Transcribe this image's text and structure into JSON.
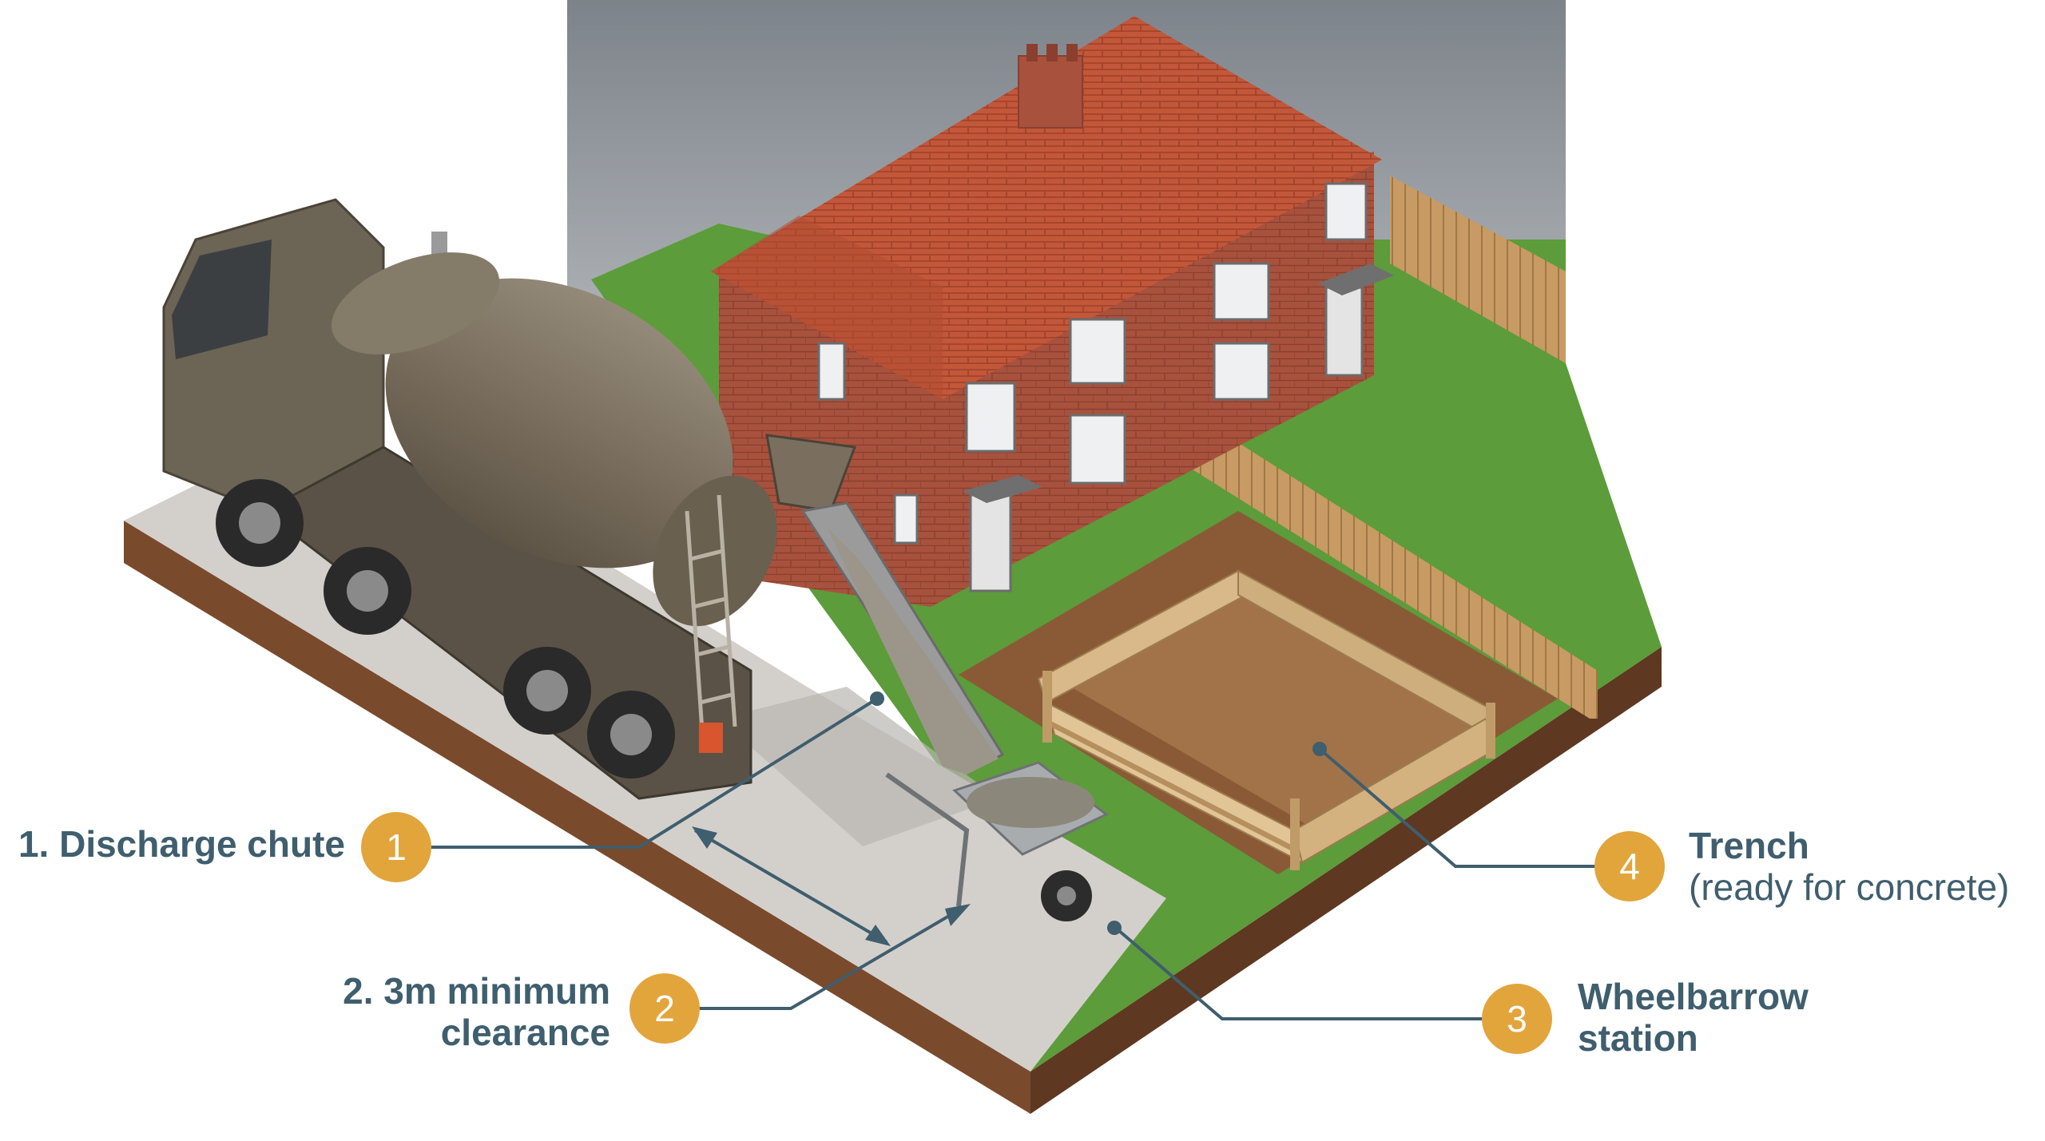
{
  "callouts": [
    {
      "num": "1",
      "line1": "1. Discharge chute",
      "line2": ""
    },
    {
      "num": "2",
      "line1": "2. 3m minimum",
      "line2": "clearance"
    },
    {
      "num": "3",
      "line1": "Wheelbarrow",
      "line2": "station"
    },
    {
      "num": "4",
      "line1": "Trench",
      "line2": "(ready for concrete)"
    }
  ],
  "colors": {
    "label_text": "#3f5e6e",
    "marker_fill": "#e2a53c",
    "leader_line": "#3f5e6e",
    "sky": "#9aa0a6",
    "brick": "#a8523e",
    "roof_tile": "#c2573a",
    "grass": "#5c9c3a",
    "driveway": "#d3d0cc",
    "soil": "#7a4a2c",
    "mixer_body": "#7a6f5e",
    "timber": "#d9b98a",
    "fence": "#c89a64"
  },
  "icons": [
    "concrete-mixer-truck",
    "house",
    "wheelbarrow",
    "timber-shuttering",
    "fence",
    "chimney"
  ]
}
